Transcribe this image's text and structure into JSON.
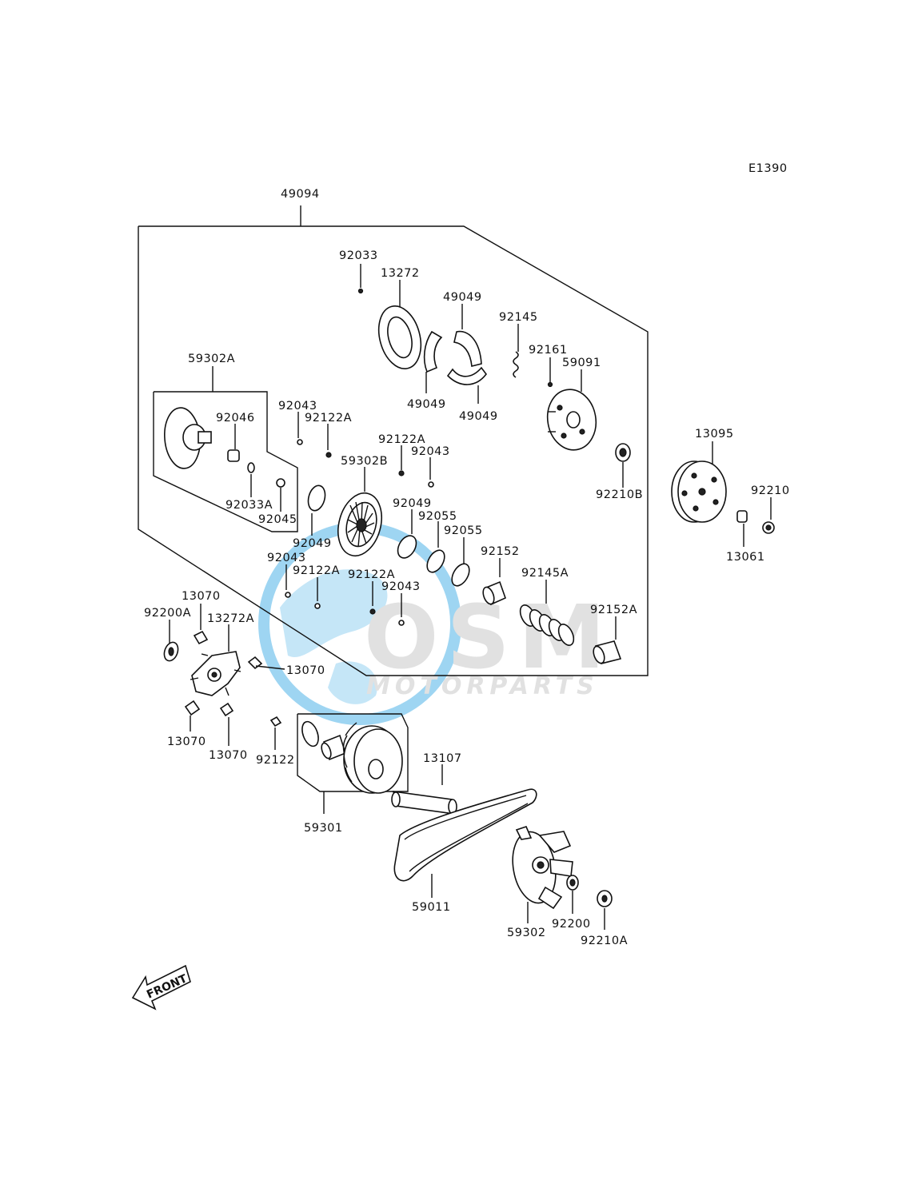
{
  "diagram_code": "E1390",
  "callouts": [
    {
      "id": "49094",
      "text": "49094"
    },
    {
      "id": "92033",
      "text": "92033"
    },
    {
      "id": "13272",
      "text": "13272"
    },
    {
      "id": "49049_top",
      "text": "49049"
    },
    {
      "id": "92145",
      "text": "92145"
    },
    {
      "id": "92161",
      "text": "92161"
    },
    {
      "id": "59091",
      "text": "59091"
    },
    {
      "id": "49049_left",
      "text": "49049"
    },
    {
      "id": "49049_right",
      "text": "49049"
    },
    {
      "id": "59302A",
      "text": "59302A"
    },
    {
      "id": "92043_a",
      "text": "92043"
    },
    {
      "id": "92122A_a",
      "text": "92122A"
    },
    {
      "id": "92046",
      "text": "92046"
    },
    {
      "id": "92122A_b",
      "text": "92122A"
    },
    {
      "id": "92043_b",
      "text": "92043"
    },
    {
      "id": "59302B",
      "text": "59302B"
    },
    {
      "id": "92210B",
      "text": "92210B"
    },
    {
      "id": "13095",
      "text": "13095"
    },
    {
      "id": "92210",
      "text": "92210"
    },
    {
      "id": "92033A",
      "text": "92033A"
    },
    {
      "id": "92045",
      "text": "92045"
    },
    {
      "id": "92049_a",
      "text": "92049"
    },
    {
      "id": "92049_b",
      "text": "92049"
    },
    {
      "id": "92055_a",
      "text": "92055"
    },
    {
      "id": "92055_b",
      "text": "92055"
    },
    {
      "id": "92152",
      "text": "92152"
    },
    {
      "id": "13061",
      "text": "13061"
    },
    {
      "id": "92043_c",
      "text": "92043"
    },
    {
      "id": "92122A_c",
      "text": "92122A"
    },
    {
      "id": "92122A_d",
      "text": "92122A"
    },
    {
      "id": "92145A",
      "text": "92145A"
    },
    {
      "id": "92043_d",
      "text": "92043"
    },
    {
      "id": "13070_a",
      "text": "13070"
    },
    {
      "id": "92200A",
      "text": "92200A"
    },
    {
      "id": "13272A",
      "text": "13272A"
    },
    {
      "id": "92152A",
      "text": "92152A"
    },
    {
      "id": "13070_b",
      "text": "13070"
    },
    {
      "id": "13070_c",
      "text": "13070"
    },
    {
      "id": "13070_d",
      "text": "13070"
    },
    {
      "id": "92122",
      "text": "92122"
    },
    {
      "id": "13107",
      "text": "13107"
    },
    {
      "id": "59301",
      "text": "59301"
    },
    {
      "id": "59011",
      "text": "59011"
    },
    {
      "id": "59302",
      "text": "59302"
    },
    {
      "id": "92200",
      "text": "92200"
    },
    {
      "id": "92210A",
      "text": "92210A"
    }
  ],
  "front_label": "FRONT",
  "watermark": {
    "logo": "OSM",
    "subtitle": "MOTORPARTS",
    "color": "#4fb3e8",
    "gray": "#c9c9c9"
  },
  "colors": {
    "ink": "#111111",
    "background": "#ffffff"
  }
}
